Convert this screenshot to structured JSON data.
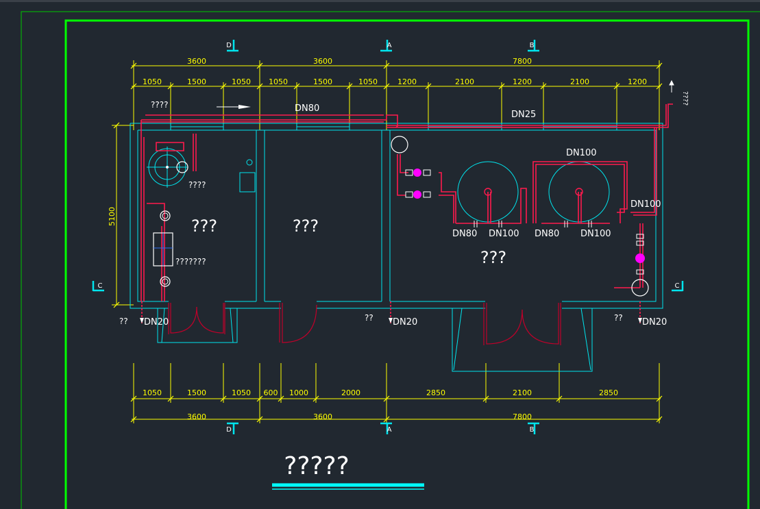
{
  "colors": {
    "background": "#212830",
    "frame": "#00ff00",
    "dimension": "#ffff00",
    "wall": "#00e5ee",
    "pipe": "#ff1a4d",
    "pipe_dark": "#c0002a",
    "valve": "#ff00ff",
    "label": "#ffffff",
    "underline": "#00ffff"
  },
  "axes": {
    "top": [
      "D",
      "A",
      "B"
    ],
    "bottom": [
      "D",
      "A",
      "B"
    ],
    "side": [
      "C",
      "C"
    ]
  },
  "dimensions": {
    "top_major": [
      "3600",
      "3600",
      "7800"
    ],
    "top_minor": [
      "1050",
      "1500",
      "1050",
      "1050",
      "1500",
      "1050",
      "1200",
      "2100",
      "1200",
      "2100",
      "1200"
    ],
    "bottom_minor": [
      "1050",
      "1500",
      "1050",
      "600",
      "1000",
      "2000",
      "2850",
      "2100",
      "2850"
    ],
    "bottom_major": [
      "3600",
      "3600",
      "7800"
    ],
    "vertical": "5100"
  },
  "pipe_labels": {
    "main_supply": "DN80",
    "main_right": "DN25",
    "tank_top": "DN100",
    "right_riser": "DN100",
    "tank_bottom": [
      "DN80",
      "DN100",
      "DN80",
      "DN100"
    ],
    "drains": [
      "DN20",
      "DN20",
      "DN20"
    ]
  },
  "notes": {
    "top_left": "????",
    "vertical_right": "????",
    "equipment_1": "????",
    "equipment_2": "???????",
    "drain_marks": [
      "??",
      "??",
      "??"
    ]
  },
  "rooms": [
    "???",
    "???",
    "???"
  ],
  "title": "?????"
}
